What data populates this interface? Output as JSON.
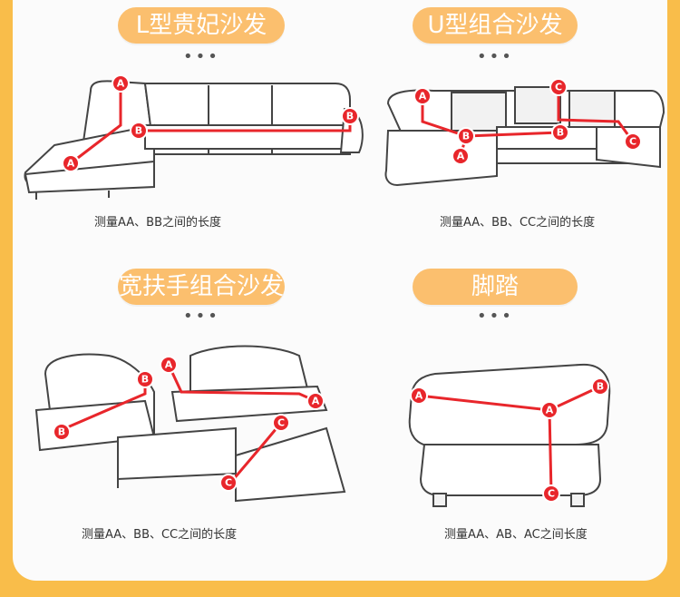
{
  "sections": [
    {
      "title": "L型贵妃沙发",
      "caption": "测量AA、BB之间的长度"
    },
    {
      "title": "U型组合沙发",
      "caption": "测量AA、BB、CC之间的长度"
    },
    {
      "title": "宽扶手组合沙发",
      "caption": "测量AA、BB、CC之间的长度"
    },
    {
      "title": "脚踏",
      "caption": "测量AA、AB、AC之间长度"
    }
  ],
  "labels": {
    "A": "A",
    "B": "B",
    "C": "C"
  },
  "colors": {
    "accent": "#f9bd4a",
    "pill": "#fbbf6e",
    "marker": "#e8262b"
  }
}
